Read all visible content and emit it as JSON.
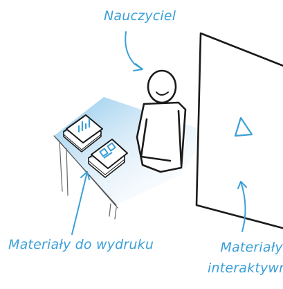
{
  "labels": {
    "teacher": "Nauczyciel",
    "print_materials": "Materiały do wydruku",
    "interactive_line1": "Materiały",
    "interactive_line2": "interaktywne"
  },
  "colors": {
    "ink": "#1a1a1a",
    "accent": "#3b9fd8",
    "desk_shade": "#cfe6f6"
  }
}
